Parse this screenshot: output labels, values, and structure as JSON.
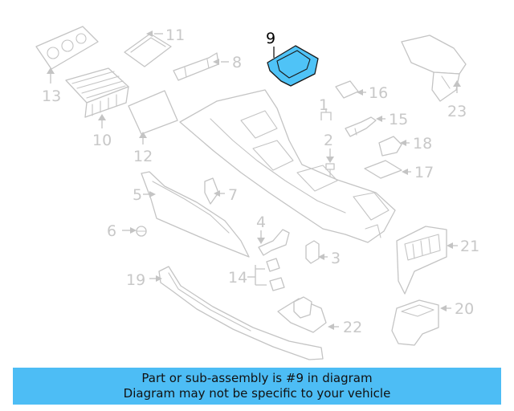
{
  "diagram": {
    "highlight_color": "#4fc3f7",
    "callouts": {
      "c1": "1",
      "c2": "2",
      "c3": "3",
      "c4": "4",
      "c5": "5",
      "c6": "6",
      "c7": "7",
      "c8": "8",
      "c9": "9",
      "c10": "10",
      "c11": "11",
      "c12": "12",
      "c13": "13",
      "c14": "14",
      "c15": "15",
      "c16": "16",
      "c17": "17",
      "c18": "18",
      "c19": "19",
      "c20": "20",
      "c21": "21",
      "c22": "22",
      "c23": "23"
    }
  },
  "banner": {
    "line1": "Part or sub-assembly is #9 in diagram",
    "line2": "Diagram may not be specific to your vehicle",
    "background": "#4dbdf5"
  }
}
